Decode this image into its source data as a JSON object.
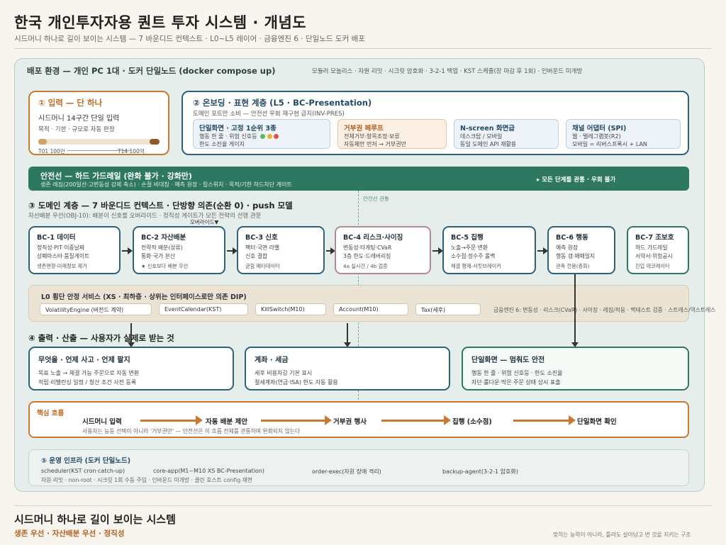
{
  "header": {
    "title": "한국 개인투자자용 퀀트 투자 시스템 · 개념도",
    "subtitle": "시드머니 하나로 길이 보이는 시스템 — 7 바운디드 컨텍스트 · L0~L5 레이어 · 금융엔진 6 · 단일노드 도커 배포"
  },
  "deploy": {
    "title": "배포 환경 — 개인 PC 1대 · 도커 단일노드 (docker compose up)",
    "meta": "모듈러 모놀리스 · 자원 리밋 · 시크릿 암호화 · 3-2-1 백업 · KST 스케줄(장 마감 후 1회) · 인버운드 미개방"
  },
  "input": {
    "title": "① 입력 — 단 하나",
    "line1": "시드머니 14구간 단일 입력",
    "line2": "목적 · 기한 · 규모로 자동 판정",
    "range_min": "T01 100만",
    "range_max": "T14 100억"
  },
  "onboarding": {
    "title": "② 온보딩 · 표현 계층 (L5 · BC-Presentation)",
    "subtitle": "도메인 포트만 소비 — 안전선 우회 재구현 금지(INV-PRES)",
    "cards": [
      {
        "title": "단일화면 · 고정 1순위 3종",
        "line1": "행동 한 줄 · 위험 신호등",
        "line2": "한도 소진율 게이지"
      },
      {
        "title": "거부권 페루프",
        "line1": "전체거부·항목조정·보류",
        "line2": "자동체안 먼저 → 거부권만"
      },
      {
        "title": "N-screen 화면급",
        "line1": "데스크탑 / 모바일",
        "line2": "동일 도메인 API 재활용"
      },
      {
        "title": "채널 어댑터 (SPI)",
        "line1": "웹 · 텔레그램봇(R2)",
        "line2": "모바일 = 리버스프록시 + LAN"
      }
    ]
  },
  "guard": {
    "title": "안전선 — 하드 가드레일 (완화 불가 · 강화만)",
    "desc": "생존 레짐(200일선·고변동성 강제 축소) · 손절 비대칭 · 예측 원장 · 킬스위치 · 목적/기한 하드차단 게이트",
    "right": "▸ 모든 단계를 관통 · 우회 불가",
    "cross_label": "안전선 관통"
  },
  "domain": {
    "title": "③ 도메인 계층 — 7 바운디드 컨텍스트 · 단방향 의존(순환 0) · push 모델",
    "subtitle": "자산배분 우선(OBJ-10): 배분이 신호를 오버라이드 · 정직성 게이트가 모든 전략의 선행 관문",
    "override": "오버라이드▼"
  },
  "bcs": [
    {
      "title": "BC-1 데이터",
      "line1": "정직성·PIT·이중날짜",
      "line2": "상폐마스터·품질게이트",
      "note": "생존편향·미래정보 제거"
    },
    {
      "title": "BC-2 자산배분",
      "line1": "전략적 배분(상류)",
      "line2": "통화·국가 분산",
      "note": "★ 신호보다 배분 우선"
    },
    {
      "title": "BC-3 신호",
      "line1": "팩터·국면 라벨",
      "line2": "신호 결합",
      "note": "굳힘 메타데이터"
    },
    {
      "title": "BC-4 리스크·사이징",
      "line1": "변동성·타게팅·CVaR",
      "line2": "3층 한도·드레버리징",
      "note": "4a 실시간 / 4b 검증"
    },
    {
      "title": "BC-5 집행",
      "line1": "노출→주문 변환",
      "line2": "소수점·정수주 롤백",
      "note": "체결 평제·서킷브레이커"
    },
    {
      "title": "BC-6 행동",
      "line1": "예측 원장",
      "line2": "행동 갭·매매일지",
      "note": "관측 전용(층화)"
    },
    {
      "title": "BC-7 조보호",
      "line1": "하드 가드레일",
      "line2": "서약서·위험공시",
      "note": "진입 데코레이터"
    }
  ],
  "l0": {
    "title": "L0 횡단 안정 서비스 (XS · 최하층 · 상위는 인터페이스로만 의존 DIP)",
    "pills": [
      "VolatilityEngine (버전드 계약)",
      "EventCalendar(KST)",
      "KillSwitch(M10)",
      "Account(M10)",
      "Tax(세후)"
    ],
    "engines": "금융엔진 6: 변동성 · 리스크(CVaR) · 사이징 · 레짐/적응 · 백테스트 검증 · 스트레스/역스트레스"
  },
  "output": {
    "title": "④ 출력 · 산출 — 사용자가 실제로 받는 것",
    "cards": [
      {
        "title": "무엇을 · 언제 사고 · 언제 팔지",
        "line1": "목표 노출 → 체결 가능 주문으로 자동 변환",
        "line2": "적립·리밸런싱 일정 / 청산 조건 사전 등록"
      },
      {
        "title": "계좌 · 세금",
        "line1": "세후 비용차감 기본 표시",
        "line2": "절세계좌(연금·ISA) 한도 자동 활용"
      },
      {
        "title": "단일화면 — 멈춰도 안전",
        "line1": "행동 한 줄 · 위험 신호등 · 한도 소진율",
        "line2": "자단·롤다운·막은 주문 상태 상시 표출"
      }
    ]
  },
  "flow": {
    "title": "핵심 흐름",
    "steps": [
      "시드머니 입력",
      "자동 배분 제안",
      "거부권 행사",
      "집행 (소수점)",
      "단일화면 확인"
    ],
    "note": "사용자는 능동 선택이 아니라 '거부권만' — 안전선은 이 흐름 전체를 관통하며 완화되지 않는다"
  },
  "ops": {
    "title": "⑤ 운영 인프라 (도커 단일노드)",
    "items": [
      "scheduler(KST cron·catch-up)",
      "core-app(M1~M10 XS BC-Presentation)",
      "order-exec(자원 장애 격리)",
      "backup-agent(3-2-1 암호화)"
    ],
    "tail": "자원 리밋 · non-root · 시크릿 1회 수동 주입 · 인바운드 미개방 · 클린 호스트 config 재현"
  },
  "footer": {
    "title": "시드머니 하나로 길이 보이는 시스템",
    "sub": "생존 우선 · 자산배분 우선 · 정직성",
    "right": "맞히는 능력이 아니라, 틀려도 살아남고 번 것을 지키는 구조"
  },
  "colors": {
    "orange": "#c97a32",
    "blue": "#2f6179",
    "green": "#2e7862",
    "risk": "#b58993",
    "dot_green": "#5cb85c",
    "dot_yellow": "#e8b130",
    "dot_red": "#d9534f"
  }
}
